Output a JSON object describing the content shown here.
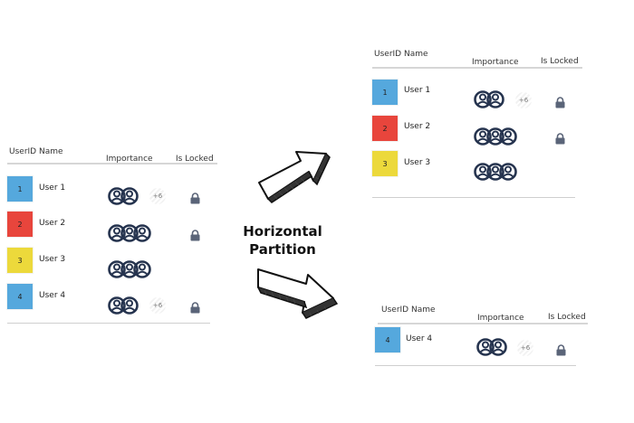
{
  "label": [
    "Horizontal",
    "Partition"
  ],
  "colors": {
    "blue": "#55a8dd",
    "red": "#e8453c",
    "yellow": "#ecd93b",
    "lock": "#5a6478",
    "person": "#26344f"
  },
  "tables": [
    {
      "name": "source",
      "headers": {
        "id_name": "UserID Name",
        "importance": "Importance",
        "locked": "Is Locked"
      },
      "rows": [
        {
          "id": "1",
          "name": "User 1",
          "color": "#55a8dd",
          "icons": 2,
          "extra": "+6",
          "locked": true
        },
        {
          "id": "2",
          "name": "User 2",
          "color": "#e8453c",
          "icons": 3,
          "extra": "",
          "locked": true
        },
        {
          "id": "3",
          "name": "User 3",
          "color": "#ecd93b",
          "icons": 3,
          "extra": "",
          "locked": false
        },
        {
          "id": "4",
          "name": "User 4",
          "color": "#55a8dd",
          "icons": 2,
          "extra": "+6",
          "locked": true
        }
      ]
    },
    {
      "name": "partition-1",
      "headers": {
        "id_name": "UserID Name",
        "importance": "Importance",
        "locked": "Is Locked"
      },
      "rows": [
        {
          "id": "1",
          "name": "User 1",
          "color": "#55a8dd",
          "icons": 2,
          "extra": "+6",
          "locked": true
        },
        {
          "id": "2",
          "name": "User 2",
          "color": "#e8453c",
          "icons": 3,
          "extra": "",
          "locked": true
        },
        {
          "id": "3",
          "name": "User 3",
          "color": "#ecd93b",
          "icons": 3,
          "extra": "",
          "locked": false
        }
      ]
    },
    {
      "name": "partition-2",
      "headers": {
        "id_name": "UserID Name",
        "importance": "Importance",
        "locked": "Is Locked"
      },
      "rows": [
        {
          "id": "4",
          "name": "User 4",
          "color": "#55a8dd",
          "icons": 2,
          "extra": "+6",
          "locked": true
        }
      ]
    }
  ]
}
